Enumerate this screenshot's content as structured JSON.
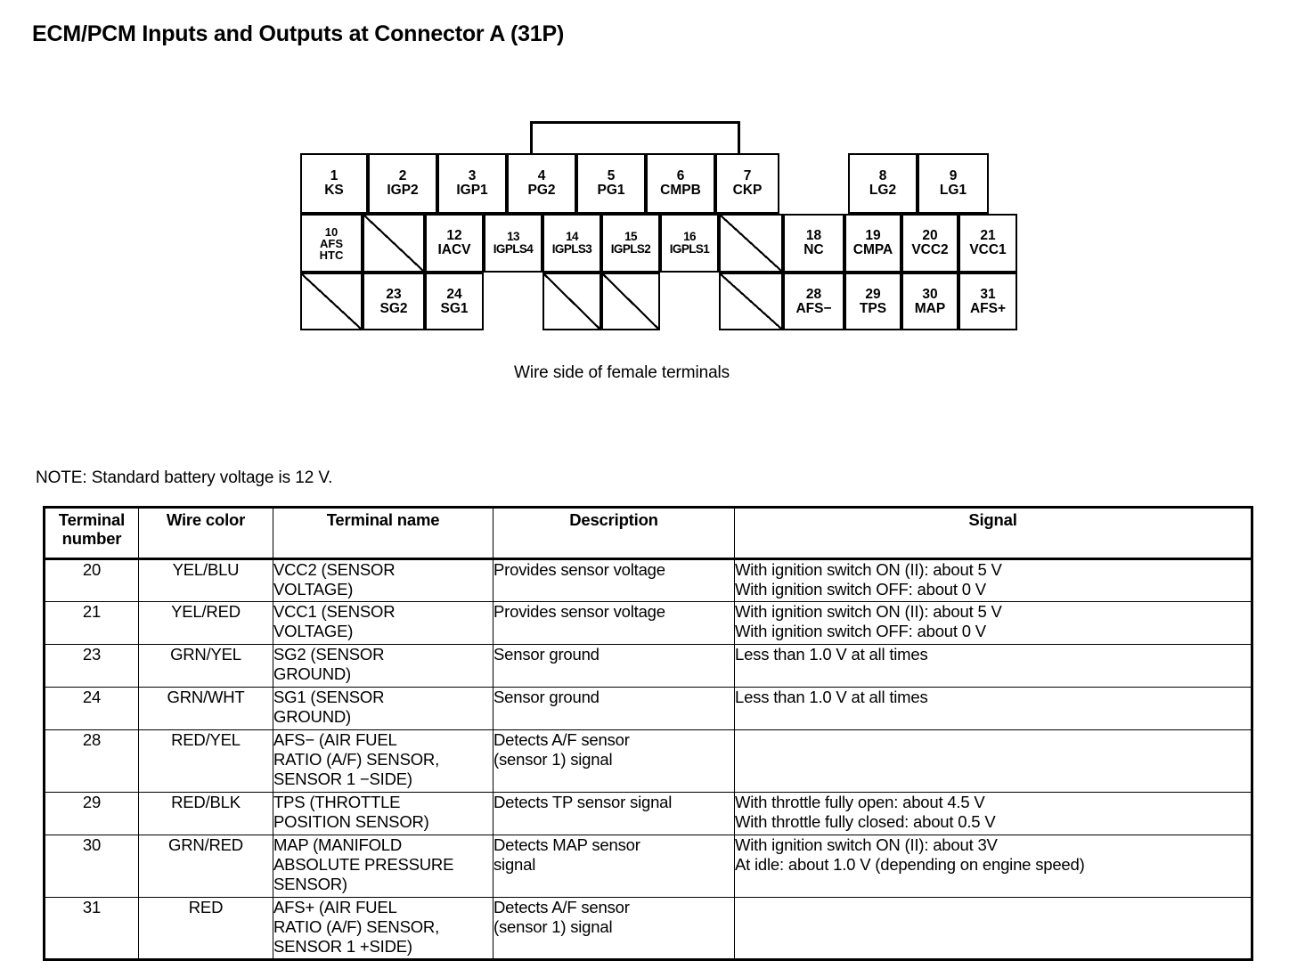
{
  "title": "ECM/PCM Inputs and Outputs at Connector A (31P)",
  "captions": {
    "wire_side": "Wire side of female terminals",
    "note": "NOTE: Standard battery voltage is 12 V."
  },
  "connector": {
    "rows": [
      {
        "row": 1,
        "cells": [
          {
            "num": "1",
            "name": "KS",
            "blank": false
          },
          {
            "num": "2",
            "name": "IGP2",
            "blank": false
          },
          {
            "num": "3",
            "name": "IGP1",
            "blank": false
          },
          {
            "num": "4",
            "name": "PG2",
            "blank": false
          },
          {
            "num": "5",
            "name": "PG1",
            "blank": false
          },
          {
            "num": "6",
            "name": "CMPB",
            "blank": false
          },
          {
            "num": "7",
            "name": "CKP",
            "blank": false
          },
          {
            "num": "8",
            "name": "LG2",
            "blank": false
          },
          {
            "num": "9",
            "name": "LG1",
            "blank": false
          }
        ]
      },
      {
        "row": 2,
        "cells": [
          {
            "num": "10",
            "name": "AFS",
            "name2": "HTC",
            "blank": false
          },
          {
            "num": "",
            "name": "",
            "blank": true
          },
          {
            "num": "12",
            "name": "IACV",
            "blank": false
          },
          {
            "num": "13",
            "name": "IGPLS4",
            "blank": false
          },
          {
            "num": "14",
            "name": "IGPLS3",
            "blank": false
          },
          {
            "num": "15",
            "name": "IGPLS2",
            "blank": false
          },
          {
            "num": "16",
            "name": "IGPLS1",
            "blank": false
          },
          {
            "num": "",
            "name": "",
            "blank": true
          },
          {
            "num": "18",
            "name": "NC",
            "blank": false
          },
          {
            "num": "19",
            "name": "CMPA",
            "blank": false
          },
          {
            "num": "20",
            "name": "VCC2",
            "blank": false
          },
          {
            "num": "21",
            "name": "VCC1",
            "blank": false
          }
        ]
      },
      {
        "row": 3,
        "cells": [
          {
            "num": "",
            "name": "",
            "blank": true
          },
          {
            "num": "23",
            "name": "SG2",
            "blank": false
          },
          {
            "num": "24",
            "name": "SG1",
            "blank": false
          },
          {
            "num": "",
            "name": "",
            "blank": true
          },
          {
            "num": "",
            "name": "",
            "blank": true
          },
          {
            "num": "",
            "name": "",
            "blank": true
          },
          {
            "num": "28",
            "name": "AFS−",
            "blank": false
          },
          {
            "num": "29",
            "name": "TPS",
            "blank": false
          },
          {
            "num": "30",
            "name": "MAP",
            "blank": false
          },
          {
            "num": "31",
            "name": "AFS+",
            "blank": false
          }
        ]
      }
    ]
  },
  "table": {
    "headers": {
      "terminal_number_line1": "Terminal",
      "terminal_number_line2": "number",
      "wire_color": "Wire color",
      "terminal_name": "Terminal name",
      "description": "Description",
      "signal": "Signal"
    },
    "rows": [
      {
        "terminal": "20",
        "wire": "YEL/BLU",
        "name": [
          "VCC2 (SENSOR",
          "VOLTAGE)"
        ],
        "desc": [
          "Provides sensor voltage"
        ],
        "signal": [
          "With ignition switch ON (II): about 5 V",
          "With ignition switch OFF: about 0 V"
        ]
      },
      {
        "terminal": "21",
        "wire": "YEL/RED",
        "name": [
          "VCC1 (SENSOR",
          "VOLTAGE)"
        ],
        "desc": [
          "Provides sensor voltage"
        ],
        "signal": [
          "With ignition switch ON (II): about 5 V",
          "With ignition switch OFF: about 0 V"
        ]
      },
      {
        "terminal": "23",
        "wire": "GRN/YEL",
        "name": [
          "SG2 (SENSOR",
          "GROUND)"
        ],
        "desc": [
          "Sensor ground"
        ],
        "signal": [
          "Less than 1.0 V at all times"
        ]
      },
      {
        "terminal": "24",
        "wire": "GRN/WHT",
        "name": [
          "SG1 (SENSOR",
          "GROUND)"
        ],
        "desc": [
          "Sensor ground"
        ],
        "signal": [
          "Less than 1.0 V at all times"
        ]
      },
      {
        "terminal": "28",
        "wire": "RED/YEL",
        "name": [
          "AFS− (AIR FUEL",
          "RATIO (A/F) SENSOR,",
          "SENSOR 1 −SIDE)"
        ],
        "desc": [
          "Detects A/F sensor",
          "(sensor 1) signal"
        ],
        "signal": []
      },
      {
        "terminal": "29",
        "wire": "RED/BLK",
        "name": [
          "TPS (THROTTLE",
          "POSITION SENSOR)"
        ],
        "desc": [
          "Detects TP sensor signal"
        ],
        "signal": [
          "With throttle fully open: about 4.5 V",
          "With throttle fully closed: about 0.5 V"
        ]
      },
      {
        "terminal": "30",
        "wire": "GRN/RED",
        "name": [
          "MAP (MANIFOLD",
          "ABSOLUTE PRESSURE",
          "SENSOR)"
        ],
        "desc": [
          "Detects MAP sensor",
          "signal"
        ],
        "signal": [
          "With ignition switch ON (II): about 3V",
          "At idle: about 1.0 V (depending on engine speed)"
        ]
      },
      {
        "terminal": "31",
        "wire": "RED",
        "name": [
          "AFS+ (AIR FUEL",
          "RATIO (A/F) SENSOR,",
          "SENSOR 1 +SIDE)"
        ],
        "desc": [
          "Detects A/F sensor",
          "(sensor 1) signal"
        ],
        "signal": []
      }
    ]
  }
}
